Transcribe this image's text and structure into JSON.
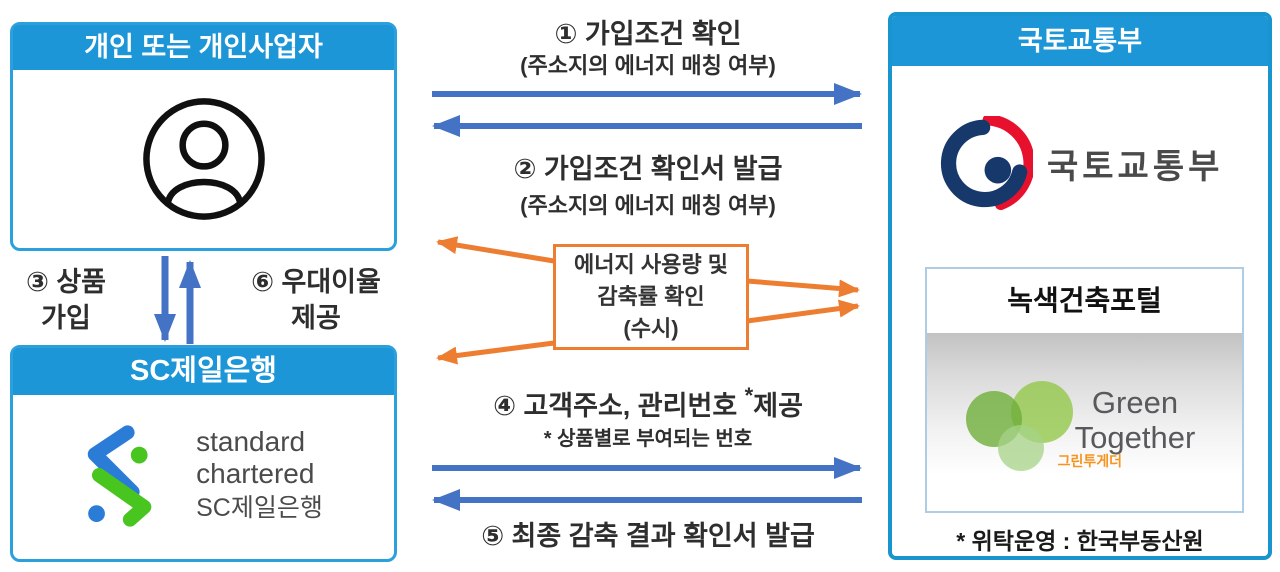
{
  "colors": {
    "header_blue": "#1d96d7",
    "box_border_blue": "#2aa0dc",
    "right_box_border": "#1894cf",
    "portal_border": "#aecde4",
    "arrow_blue": "#4472c4",
    "arrow_orange": "#ed7d31",
    "sc_blue": "#2b7cd6",
    "sc_green": "#49c520",
    "molit_navy": "#17386a",
    "molit_red": "#e8112d",
    "green_logo": "#8dc63f",
    "green_sub_orange": "#f7941d"
  },
  "icons": {
    "person": "person-icon",
    "molit_emblem": "molit-emblem-icon",
    "sc_trustmark": "sc-trustmark-icon",
    "green_circles": "green-circles-icon"
  },
  "left_top_box": {
    "title": "개인 또는 개인사업자"
  },
  "left_bottom_box": {
    "title": "SC제일은행",
    "logo_line1": "standard",
    "logo_line2": "chartered",
    "logo_line3": "SC제일은행"
  },
  "right_box": {
    "title": "국토교통부",
    "org_name": "국토교통부",
    "portal": {
      "title": "녹색건축포털",
      "logo_text1": "Green",
      "logo_text2": "Together",
      "logo_subtext": "그린투게더"
    },
    "footnote": "* 위탁운영 : 한국부동산원"
  },
  "flows": {
    "f1": {
      "label": "① 가입조건 확인",
      "sub": "(주소지의 에너지 매칭 여부)"
    },
    "f2": {
      "label": "② 가입조건 확인서 발급",
      "sub": "(주소지의 에너지 매칭 여부)"
    },
    "f3": {
      "line1": "③ 상품",
      "line2": "가입"
    },
    "f6": {
      "line1": "⑥ 우대이율",
      "line2": "제공"
    },
    "energy_box": {
      "line1": "에너지 사용량 및",
      "line2": "감축률 확인",
      "line3": "(수시)"
    },
    "f4": {
      "pre": "④ 고객주소, 관리번호 ",
      "sup": "*",
      "post": "제공",
      "sub": "* 상품별로 부여되는 번호"
    },
    "f5": {
      "label": "⑤ 최종 감축 결과 확인서 발급"
    }
  }
}
